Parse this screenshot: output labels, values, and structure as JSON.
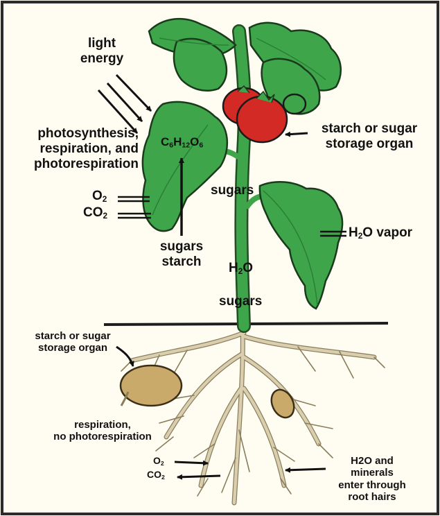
{
  "labels": {
    "light_line1": "light",
    "light_line2": "energy",
    "photo_line1": "photosynthesis,",
    "photo_line2": "respiration, and",
    "photo_line3": "photorespiration",
    "formula": {
      "c": "C",
      "c_sub": "6",
      "h": "H",
      "h_sub": "12",
      "o": "O",
      "o_sub": "6"
    },
    "o2_leaf": {
      "base": "O",
      "sub": "2"
    },
    "co2_leaf": {
      "base": "CO",
      "sub": "2"
    },
    "sugars_starch_line1": "sugars",
    "sugars_starch_line2": "starch",
    "sugars_stem_upper": "sugars",
    "h2o_stem": {
      "base": "H",
      "sub": "2",
      "rest": "O"
    },
    "sugars_stem_lower": "sugars",
    "fruit_storage_line1": "starch or sugar",
    "fruit_storage_line2": "storage organ",
    "h2o_vapor": {
      "base": "H",
      "sub": "2",
      "rest": "O vapor"
    },
    "tuber_storage_line1": "starch or sugar",
    "tuber_storage_line2": "storage organ",
    "respiration_line1": "respiration,",
    "respiration_line2": "no photorespiration",
    "o2_root": {
      "base": "O",
      "sub": "2"
    },
    "co2_root": {
      "base": "CO",
      "sub": "2"
    },
    "roots_line1": "H2O and",
    "roots_line2": "minerals",
    "roots_line3": "enter through",
    "roots_line4": "root hairs"
  },
  "colors": {
    "leaf": "#3fa54a",
    "leaf_dark": "#2a7f36",
    "fruit": "#d42a26",
    "root": "#d9cfae",
    "tuber": "#c9aa6a",
    "soil": "#1e1e1e",
    "background": "#fffdf2",
    "frame": "#2b2b2b"
  }
}
